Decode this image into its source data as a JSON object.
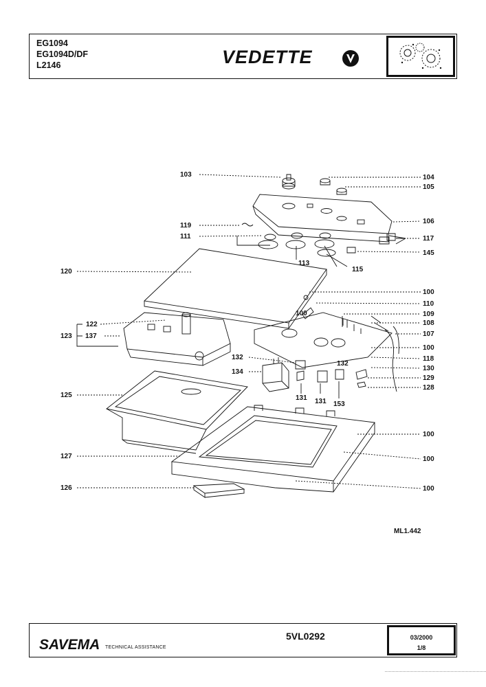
{
  "header": {
    "models": [
      "EG1094",
      "EG1094D/DF",
      "L2146"
    ],
    "brand": "VEDETTE"
  },
  "diagram": {
    "labels": {
      "l103": "103",
      "l104": "104",
      "l105": "105",
      "l106": "106",
      "l119": "119",
      "l111": "111",
      "l117": "117",
      "l113": "113",
      "l145": "145",
      "l115": "115",
      "l120": "120",
      "l100a": "100",
      "l110": "110",
      "l100b": "100",
      "l109": "109",
      "l108": "108",
      "l122": "122",
      "l123": "123",
      "l137": "137",
      "l107": "107",
      "l100c": "100",
      "l118": "118",
      "l132a": "132",
      "l132b": "132",
      "l130": "130",
      "l134": "134",
      "l129": "129",
      "l128": "128",
      "l131a": "131",
      "l131b": "131",
      "l153": "153",
      "l125": "125",
      "l100d": "100",
      "l127": "127",
      "l100e": "100",
      "l126": "126",
      "l100f": "100"
    }
  },
  "reference": "ML1.442",
  "footer": {
    "company": "SAVEMA",
    "tagline": "TECHNICAL ASSISTANCE",
    "document": "5VL0292",
    "date": "03/2000",
    "page": "1/8"
  }
}
